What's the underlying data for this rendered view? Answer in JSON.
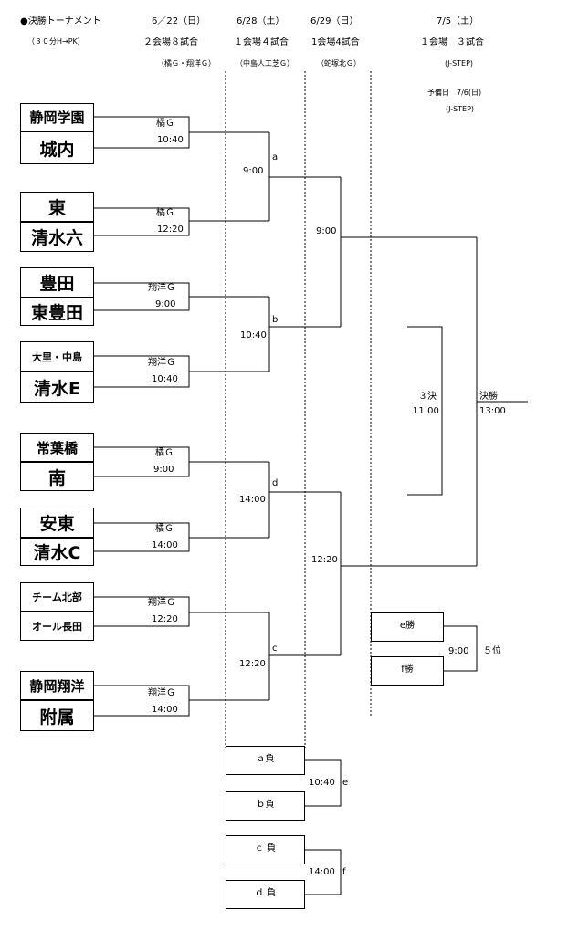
{
  "header": {
    "title": "●決勝トーナメント",
    "format": "（３０分H→PK）",
    "rounds": [
      {
        "date": "6／22（日）",
        "desc": "２会場８試合",
        "venue": "（橘Ｇ・翔洋Ｇ）"
      },
      {
        "date": "6/28（土）",
        "desc": "１会場４試合",
        "venue": "（中島人工芝Ｇ）"
      },
      {
        "date": "6/29（日）",
        "desc": "1会場4試合",
        "venue": "（蛇塚北Ｇ）"
      },
      {
        "date": "7/5（土）",
        "desc": "１会場　３試合",
        "venue": "(J-STEP)"
      }
    ],
    "reserve_day": "予備日　7/6(日)",
    "reserve_venue": "(J-STEP)"
  },
  "teams": [
    "静岡学園",
    "城内",
    "東",
    "清水六",
    "豊田",
    "東豊田",
    "大里・中島",
    "清水E",
    "常葉橋",
    "南",
    "安東",
    "清水C",
    "チーム北部",
    "オール長田",
    "静岡翔洋",
    "附属"
  ],
  "r1": [
    {
      "venue": "橘Ｇ",
      "time": "10:40"
    },
    {
      "venue": "橘Ｇ",
      "time": "12:20"
    },
    {
      "venue": "翔洋Ｇ",
      "time": "9:00"
    },
    {
      "venue": "翔洋Ｇ",
      "time": "10:40"
    },
    {
      "venue": "橘Ｇ",
      "time": "9:00"
    },
    {
      "venue": "橘Ｇ",
      "time": "14:00"
    },
    {
      "venue": "翔洋Ｇ",
      "time": "12:20"
    },
    {
      "venue": "翔洋Ｇ",
      "time": "14:00"
    }
  ],
  "r2": [
    {
      "label": "a",
      "time": "9:00"
    },
    {
      "label": "b",
      "time": "10:40"
    },
    {
      "label": "d",
      "time": "14:00"
    },
    {
      "label": "c",
      "time": "12:20"
    }
  ],
  "semis": [
    {
      "time": "9:00"
    },
    {
      "time": "12:20"
    }
  ],
  "final": {
    "label": "決勝",
    "time": "13:00"
  },
  "third": {
    "label": "３決",
    "time": "11:00"
  },
  "fifth": {
    "box1": "e勝",
    "box2": "f勝",
    "time": "9:00",
    "label": "５位"
  },
  "losers": {
    "e": {
      "box1": "ａ負",
      "box2": "ｂ負",
      "time": "10:40",
      "label": "e"
    },
    "f": {
      "box1": "ｃ 負",
      "box2": "ｄ 負",
      "time": "14:00",
      "label": "f"
    }
  }
}
